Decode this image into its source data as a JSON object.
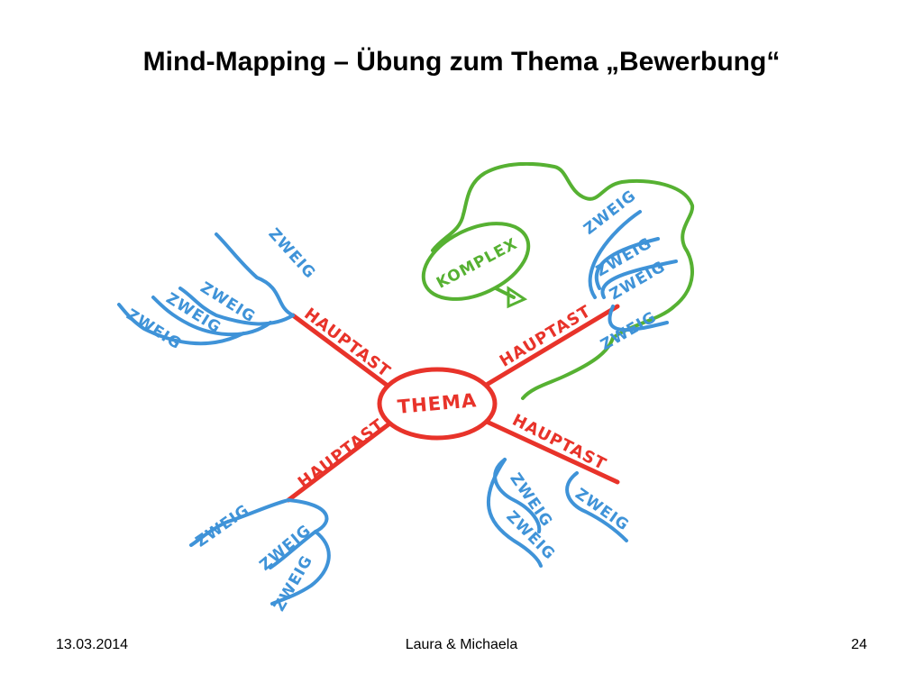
{
  "slide": {
    "title": "Mind-Mapping – Übung zum Thema „Bewerbung“"
  },
  "mindmap": {
    "center_label": "THEMA",
    "main_branch_label": "HAUPTAST",
    "sub_branch_label": "ZWEIG",
    "callout_label": "KOMPLEX",
    "colors": {
      "center": "#e8332a",
      "main_branch": "#e8332a",
      "sub_branch": "#3f93d8",
      "callout": "#56b132"
    }
  },
  "footer": {
    "date": "13.03.2014",
    "author": "Laura & Michaela",
    "page_number": "24"
  }
}
